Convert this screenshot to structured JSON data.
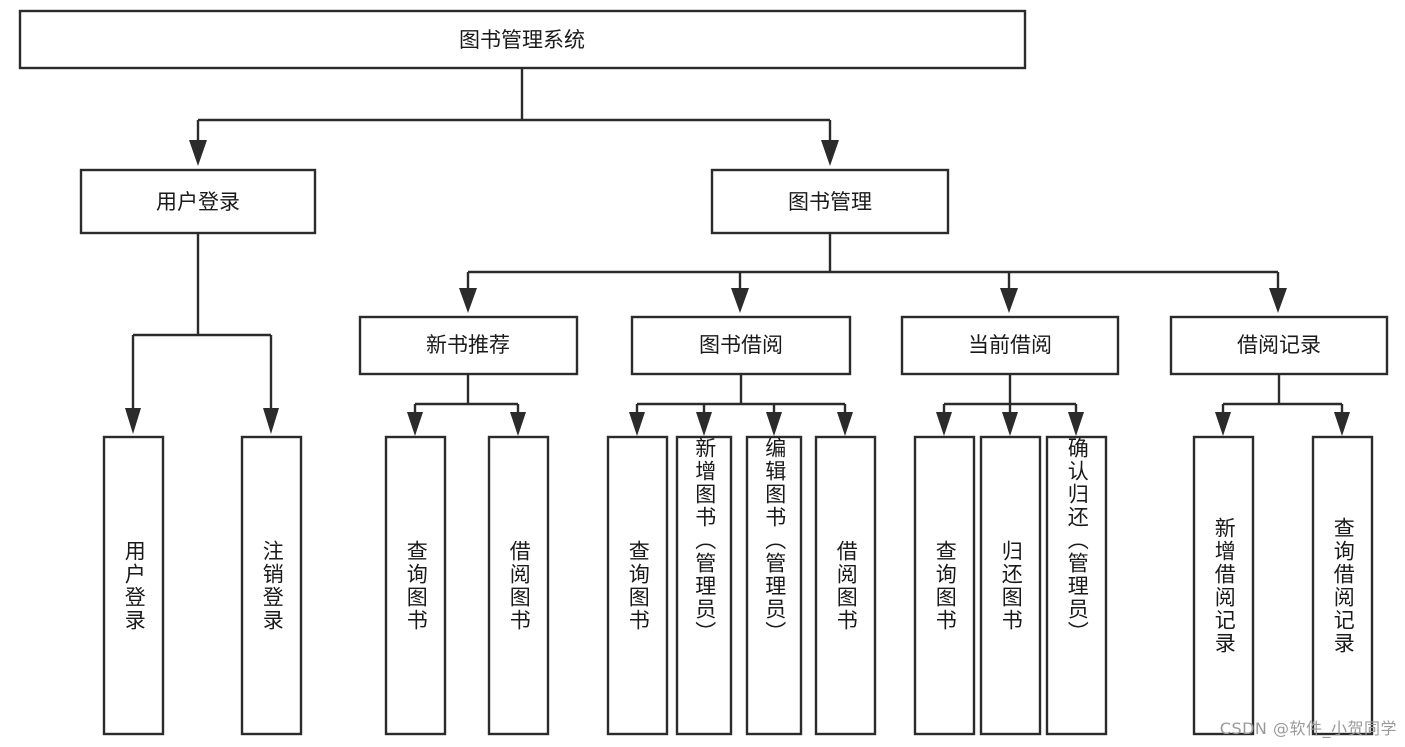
{
  "diagram": {
    "type": "tree",
    "title": "图书管理系统",
    "orientation": "top-down",
    "colors": {
      "box_fill": "#ffffff",
      "box_stroke": "#2b2b2b",
      "text": "#1a1a1a",
      "background": "#ffffff",
      "watermark": "#9a9a9a"
    },
    "nodes": {
      "root": {
        "label": "图书管理系统"
      },
      "level2": [
        {
          "label": "用户登录"
        },
        {
          "label": "图书管理"
        }
      ],
      "level3": [
        {
          "label": "新书推荐"
        },
        {
          "label": "图书借阅"
        },
        {
          "label": "当前借阅"
        },
        {
          "label": "借阅记录"
        }
      ],
      "leaves": {
        "user_login": [
          {
            "label": "用户登录"
          },
          {
            "label": "注销登录"
          }
        ],
        "new_book_recommend": [
          {
            "label": "查询图书"
          },
          {
            "label": "借阅图书"
          }
        ],
        "book_borrow": [
          {
            "label": "查询图书"
          },
          {
            "label": "新增图书（管理员）"
          },
          {
            "label": "编辑图书（管理员）"
          },
          {
            "label": "借阅图书"
          }
        ],
        "current_borrow": [
          {
            "label": "查询图书"
          },
          {
            "label": "归还图书"
          },
          {
            "label": "确认归还（管理员）"
          }
        ],
        "borrow_record": [
          {
            "label": "新增借阅记录"
          },
          {
            "label": "查询借阅记录"
          }
        ]
      }
    },
    "watermark": "CSDN @软件_小贺同学"
  }
}
